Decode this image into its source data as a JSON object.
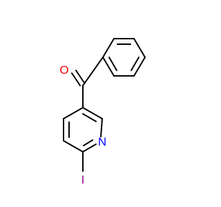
{
  "molecule": {
    "atoms": [
      {
        "id": "O",
        "label": "O",
        "color": "#ff0000"
      },
      {
        "id": "N",
        "label": "N",
        "color": "#0000ff"
      },
      {
        "id": "I",
        "label": "I",
        "color": "#940094"
      }
    ]
  },
  "colors": {
    "bond": "#000000",
    "background": "#ffffff"
  }
}
